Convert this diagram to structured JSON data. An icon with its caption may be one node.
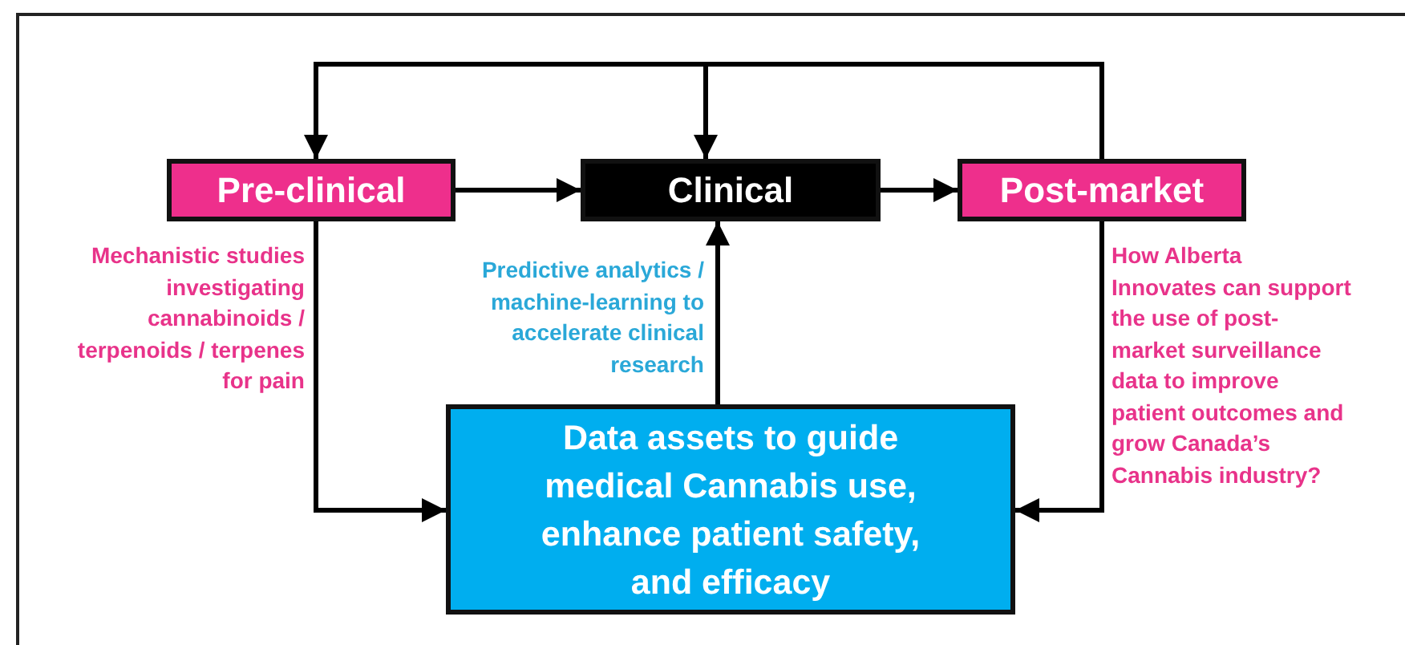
{
  "diagram": {
    "nodes": [
      {
        "text": [
          "Pre-clinical"
        ],
        "beside": [
          "Mechanistic studies investigating cannabinoids / terpenoids / terpenes for pain"
        ]
      },
      {
        "text": [
          "Clinical"
        ]
      },
      {
        "text": [
          "Post-market"
        ],
        "beside": [
          "How Alberta Innovates can support the use of post-market surveillance data to improve patient outcomes and grow Canada’s Cannabis industry?"
        ]
      },
      {
        "text": [
          "Data assets to guide medical Cannabis use, enhance patient safety, and efficacy"
        ]
      }
    ],
    "edges": [
      {
        "from": 2,
        "to": 0,
        "arrow": "to"
      },
      {
        "from": 2,
        "to": 1,
        "arrow": "to"
      },
      {
        "from": 0,
        "to": 1,
        "arrow": "to"
      },
      {
        "from": 1,
        "to": 2,
        "arrow": "to"
      },
      {
        "from": 0,
        "to": 3,
        "arrow": "to"
      },
      {
        "from": 2,
        "to": 3,
        "arrow": "to"
      },
      {
        "from": 3,
        "to": 1,
        "arrow": "to",
        "label": "Predictive analytics / machine-learning to accelerate clinical research"
      }
    ]
  }
}
